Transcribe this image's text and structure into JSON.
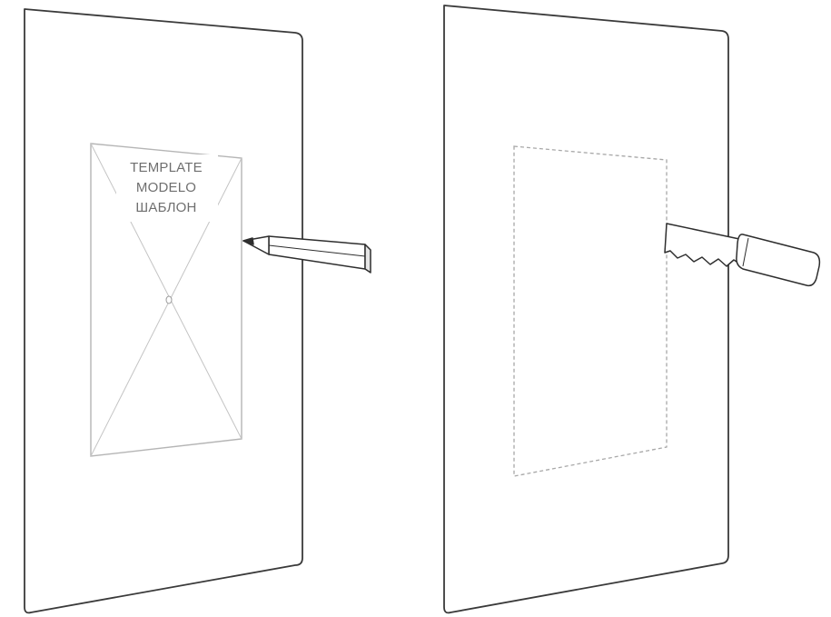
{
  "template_label": {
    "line_en": "TEMPLATE",
    "line_es": "MODELO",
    "line_ru": "ШАБЛОН"
  },
  "steps": [
    {
      "icon": "pencil-icon",
      "action": "trace template outline"
    },
    {
      "icon": "saw-icon",
      "action": "cut along traced outline"
    }
  ],
  "colors": {
    "panel_stroke": "#3a3a3a",
    "template_stroke": "#b5b5b5",
    "text": "#6f6f6f",
    "tool_stroke": "#2e2e2e"
  }
}
